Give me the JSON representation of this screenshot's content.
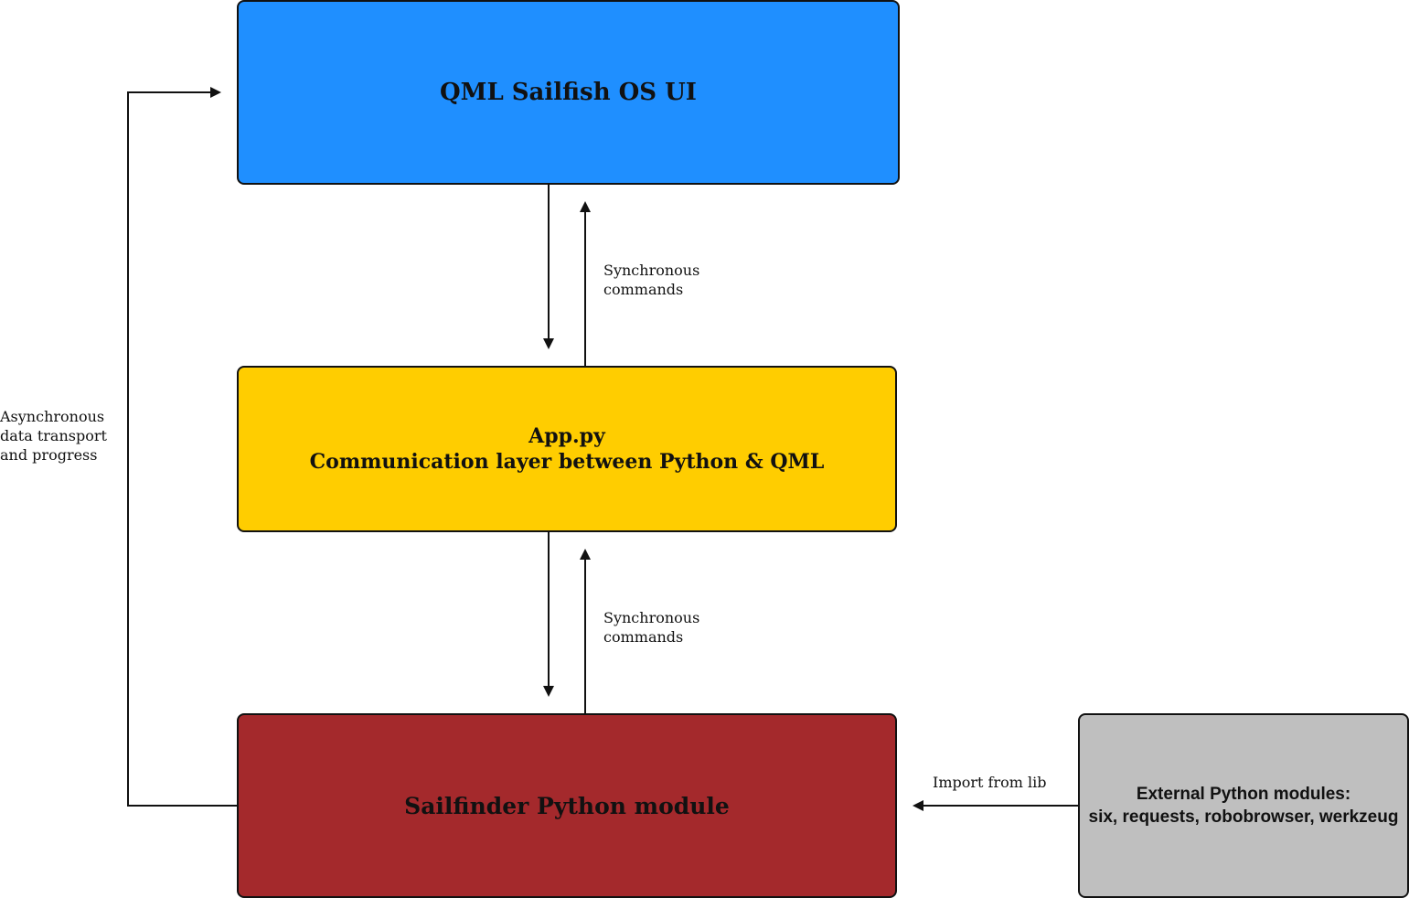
{
  "boxes": {
    "qml": {
      "title": "QML Sailfish OS UI",
      "fill": "#1f8fff"
    },
    "app": {
      "line1": "App.py",
      "line2": "Communication layer between Python & QML",
      "fill": "#ffcd00"
    },
    "sailfinder": {
      "title": "Sailfinder Python module",
      "fill": "#a4292c"
    },
    "external": {
      "line1": "External Python modules:",
      "line2": "six, requests, robobrowser, werkzeug",
      "fill": "#bfbfbf"
    }
  },
  "labels": {
    "sync_top": {
      "line1": "Synchronous",
      "line2": "commands"
    },
    "sync_bottom": {
      "line1": "Synchronous",
      "line2": "commands"
    },
    "async": {
      "line1": "Asynchronous",
      "line2": "data transport",
      "line3": "and progress"
    },
    "import": "Import from lib"
  },
  "colors": {
    "line": "#111111",
    "border": "#111111",
    "background": "#ffffff"
  }
}
